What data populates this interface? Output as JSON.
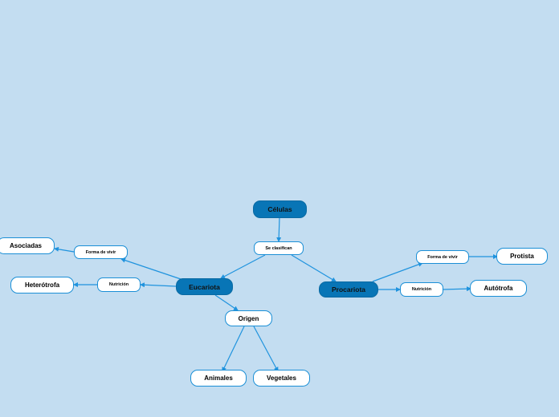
{
  "map": {
    "root": "Células",
    "classify": "Se clasifican",
    "eucariota": "Eucariota",
    "procariota": "Procariota",
    "euc_forma": "Forma de vivir",
    "euc_nutricion": "Nutrición",
    "asociadas": "Asociadas",
    "heterotrofa": "Heterótrofa",
    "origen": "Origen",
    "animales": "Animales",
    "vegetales": "Vegetales",
    "pro_forma": "Forma de vivir",
    "pro_nutricion": "Nutrición",
    "protista": "Protista",
    "autotrofa": "Autótrofa"
  },
  "colors": {
    "background": "#c3ddf1",
    "main_node": "#0875b6",
    "sub_node": "#ffffff",
    "connector": "#1f93de"
  }
}
